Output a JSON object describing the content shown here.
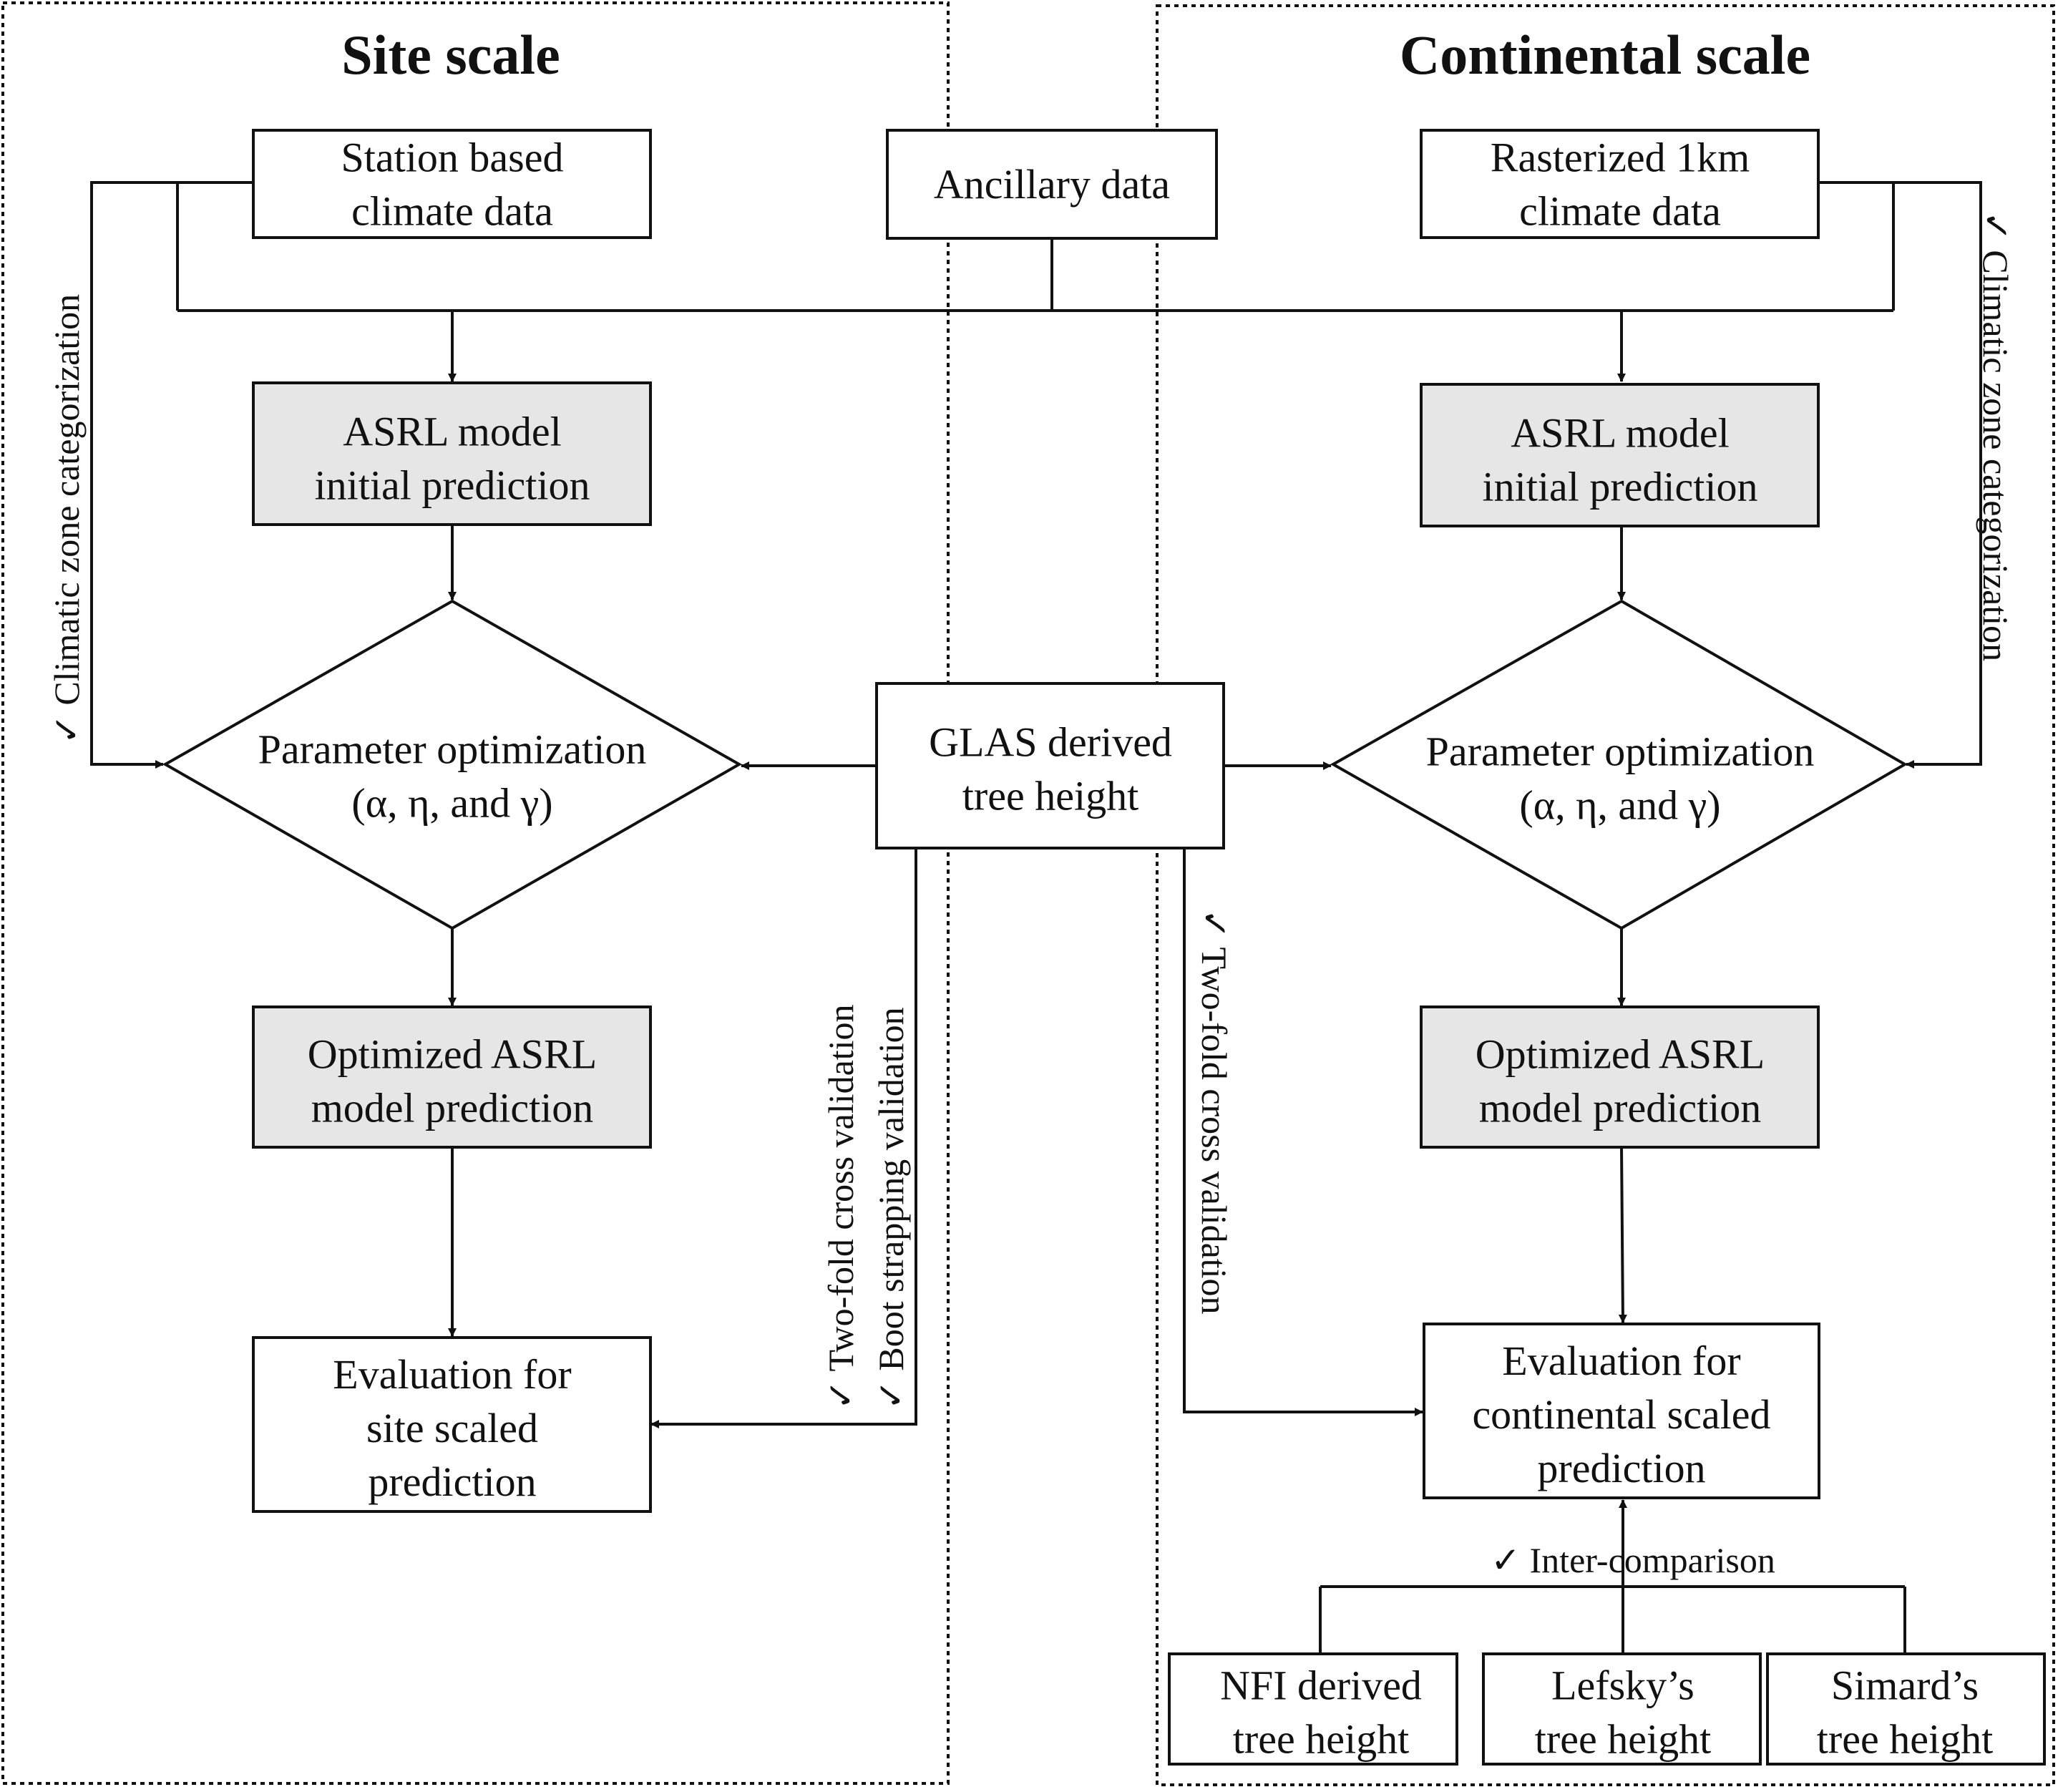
{
  "panels": {
    "site": {
      "title": "Site scale"
    },
    "continental": {
      "title": "Continental scale"
    }
  },
  "boxes": {
    "site_climate": [
      "Station based",
      "climate data"
    ],
    "ancillary": [
      "Ancillary data"
    ],
    "cont_climate": [
      "Rasterized 1km",
      "climate data"
    ],
    "site_asrl": [
      "ASRL model",
      "initial prediction"
    ],
    "cont_asrl": [
      "ASRL model",
      "initial prediction"
    ],
    "site_param": [
      "Parameter optimization",
      "(α, η, and γ)"
    ],
    "glas": [
      "GLAS derived",
      "tree height"
    ],
    "cont_param": [
      "Parameter optimization",
      "(α, η, and γ)"
    ],
    "site_optimized": [
      "Optimized ASRL",
      "model prediction"
    ],
    "cont_optimized": [
      "Optimized ASRL",
      "model prediction"
    ],
    "site_eval": [
      "Evaluation for",
      "site scaled",
      "prediction"
    ],
    "cont_eval": [
      "Evaluation for",
      "continental scaled",
      "prediction"
    ],
    "nfi": [
      "NFI derived",
      "tree height"
    ],
    "lefsky": [
      "Lefsky’s",
      "tree height"
    ],
    "simard": [
      "Simard’s",
      "tree height"
    ]
  },
  "notes": {
    "site_climatic": "✓  Climatic zone categorization",
    "cont_climatic": "✓  Climatic zone categorization",
    "site_twofold": "✓  Two-fold cross validation",
    "site_boot": "✓  Boot strapping validation",
    "cont_twofold": "✓  Two-fold cross validation",
    "intercomparison": "✓  Inter-comparison"
  },
  "colors": {
    "line": "#111111",
    "box_fill": "#ffffff",
    "model_fill": "#e6e6e6",
    "background": "#ffffff"
  }
}
